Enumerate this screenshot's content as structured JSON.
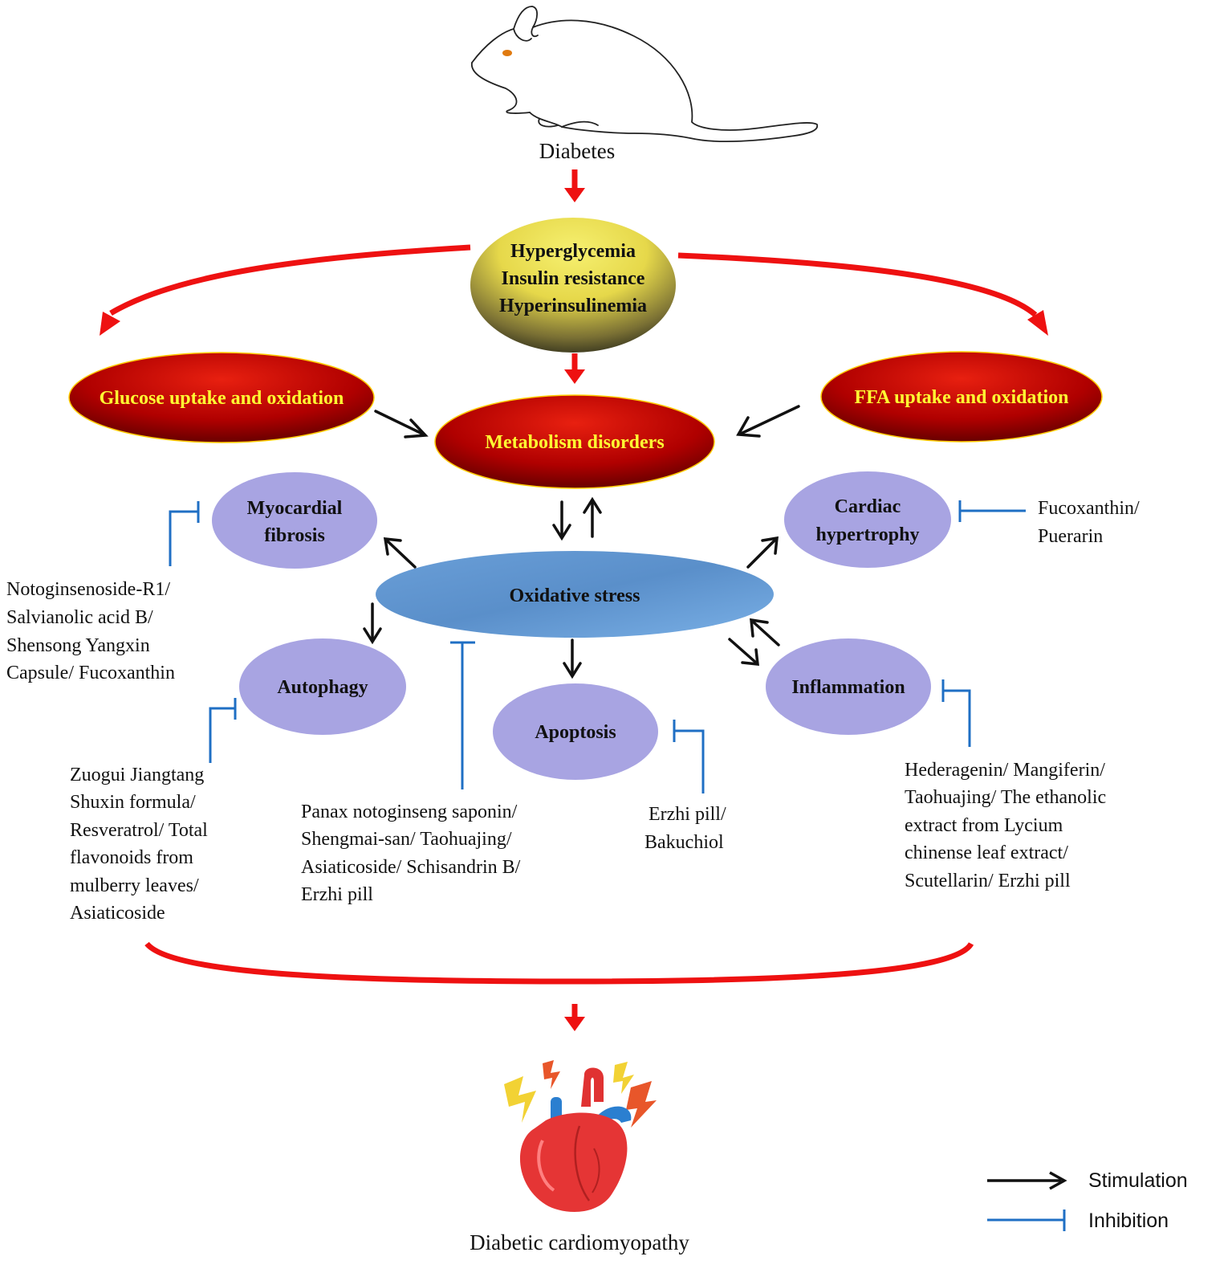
{
  "top": {
    "label": "Diabetes"
  },
  "core": {
    "lines": [
      "Hyperglycemia",
      "Insulin resistance",
      "Hyperinsulinemia"
    ]
  },
  "metabolism": {
    "glucose": "Glucose uptake and oxidation",
    "ffa": "FFA uptake and oxidation",
    "disorders": "Metabolism disorders"
  },
  "oxidative_stress": "Oxidative stress",
  "nodes": {
    "myocardial_fibrosis": [
      "Myocardial",
      "fibrosis"
    ],
    "cardiac_hypertrophy": [
      "Cardiac",
      "hypertrophy"
    ],
    "autophagy": "Autophagy",
    "apoptosis": "Apoptosis",
    "inflammation": "Inflammation"
  },
  "inhibitors": {
    "fibrosis": [
      "Notoginsenoside-R1/",
      "Salvianolic acid B/",
      "Shensong Yangxin",
      "Capsule/ Fucoxanthin"
    ],
    "hypertrophy": [
      "Fucoxanthin/",
      "Puerarin"
    ],
    "autophagy": [
      "Zuogui Jiangtang",
      "Shuxin formula/",
      "Resveratrol/ Total",
      "flavonoids from",
      "mulberry leaves/",
      "Asiaticoside"
    ],
    "oxidative": [
      "Panax notoginseng saponin/",
      "Shengmai-san/ Taohuajing/",
      "Asiaticoside/ Schisandrin B/",
      "Erzhi pill"
    ],
    "apoptosis": [
      "Erzhi pill/",
      "Bakuchiol"
    ],
    "inflammation": [
      "Hederagenin/ Mangiferin/",
      "Taohuajing/ The ethanolic",
      "extract from Lycium",
      "chinense leaf extract/",
      "Scutellarin/ Erzhi pill"
    ]
  },
  "outcome": "Diabetic cardiomyopathy",
  "legend": {
    "stimulation": "Stimulation",
    "inhibition": "Inhibition"
  },
  "icons": {
    "animal": "mouse-icon",
    "organ": "heart-icon"
  },
  "colors": {
    "red_arrow": "#ee1111",
    "black_arrow": "#111111",
    "inhibit": "#1f6fc4",
    "node_fill": "#a8a4e2",
    "title_text": "#ffff33"
  }
}
